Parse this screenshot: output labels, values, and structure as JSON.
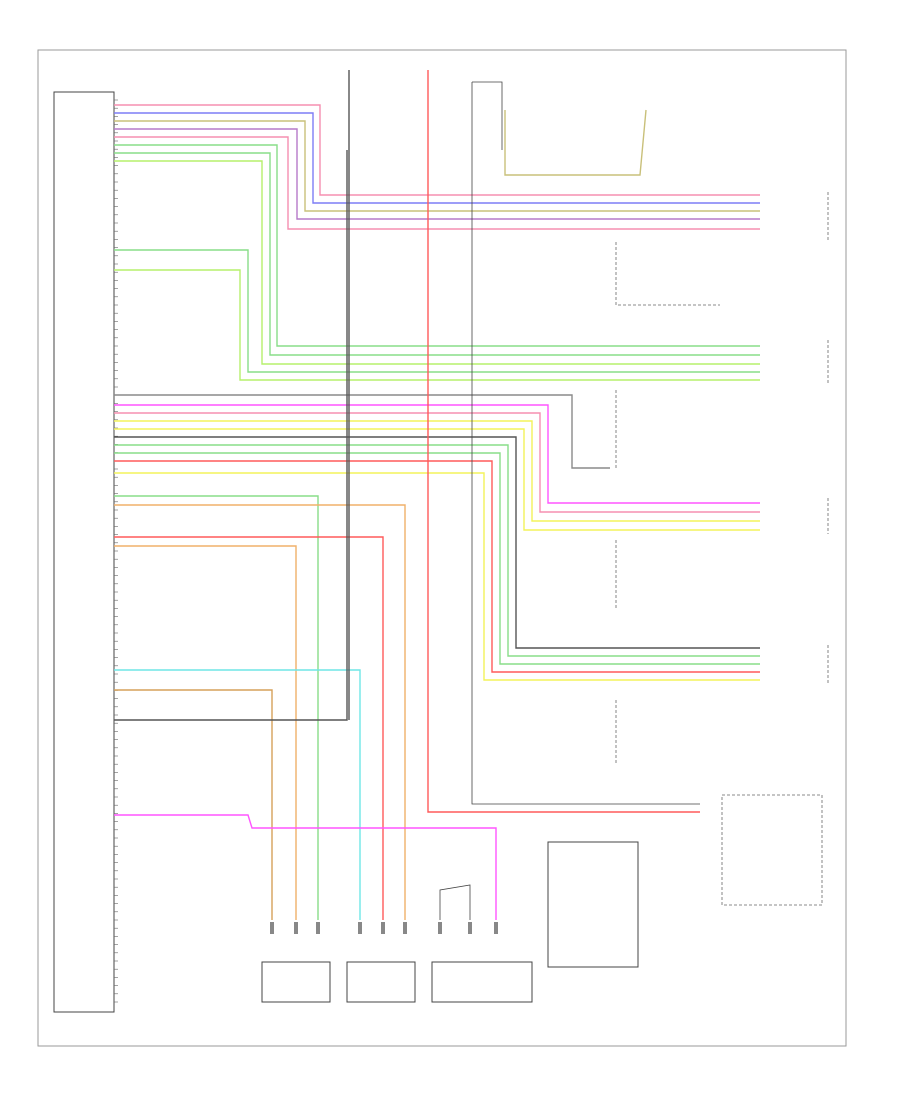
{
  "footer_code": "",
  "components": [
    {
      "id": "ecm",
      "label": ""
    },
    {
      "id": "front-occupant-sensor",
      "label": ""
    },
    {
      "id": "rear-occupant-sensor",
      "label": ""
    },
    {
      "id": "seatbelt-switch",
      "label": ""
    },
    {
      "id": "occupant-class-module",
      "label": ""
    },
    {
      "id": "front-seat",
      "label": ""
    }
  ],
  "colors": {
    "pink": "#f58fb0",
    "blue": "#7d7df5",
    "olive": "#c9c07a",
    "purple": "#b679c9",
    "green": "#88dd88",
    "lime": "#b6f06c",
    "gray": "#8a8a8a",
    "magenta": "#ff55ff",
    "yellow": "#f3f35a",
    "red": "#ff5a5a",
    "orange": "#f0b06a",
    "cyan": "#6fe6e6",
    "tan": "#d6a15a",
    "dark": "#555555"
  }
}
